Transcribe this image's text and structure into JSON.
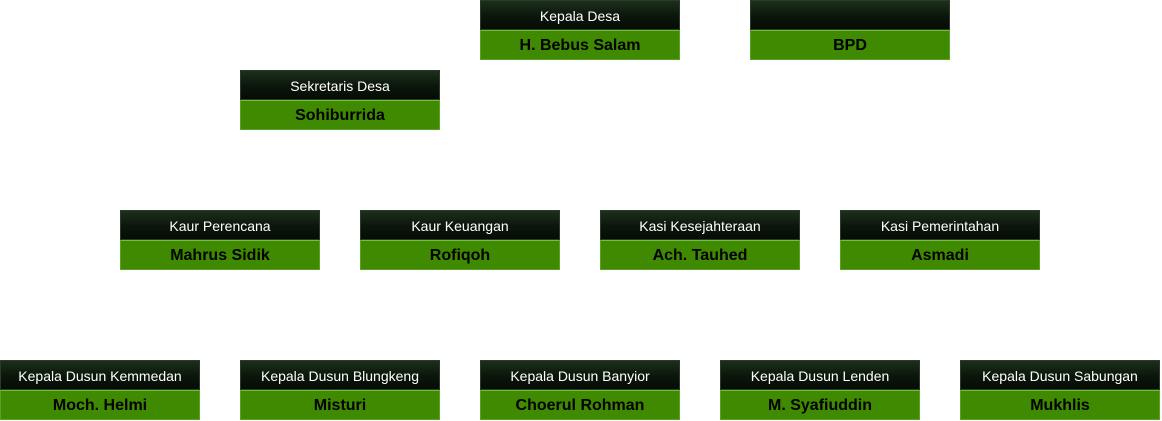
{
  "org_chart": {
    "kepala_desa": {
      "title": "Kepala Desa",
      "name": "H. Bebus Salam"
    },
    "bpd": {
      "title": "",
      "name": "BPD"
    },
    "sekretaris_desa": {
      "title": "Sekretaris Desa",
      "name": "Sohiburrida"
    },
    "kaur_perencana": {
      "title": "Kaur Perencana",
      "name": "Mahrus Sidik"
    },
    "kaur_keuangan": {
      "title": "Kaur Keuangan",
      "name": "Rofiqoh"
    },
    "kasi_kesejahteraan": {
      "title": "Kasi Kesejahteraan",
      "name": "Ach. Tauhed"
    },
    "kasi_pemerintahan": {
      "title": "Kasi Pemerintahan",
      "name": "Asmadi"
    },
    "dusun_kemmedan": {
      "title": "Kepala Dusun Kemmedan",
      "name": "Moch. Helmi"
    },
    "dusun_blungkeng": {
      "title": "Kepala Dusun Blungkeng",
      "name": "Misturi"
    },
    "dusun_banyior": {
      "title": "Kepala Dusun Banyior",
      "name": "Choerul Rohman"
    },
    "dusun_lenden": {
      "title": "Kepala Dusun Lenden",
      "name": "M. Syafiuddin"
    },
    "dusun_sabungan": {
      "title": "Kepala Dusun Sabungan",
      "name": "Mukhlis"
    }
  },
  "colors": {
    "title_bg": "#0b160b",
    "name_bg": "#3f8a00",
    "title_text": "#ffffff",
    "name_text": "#000000"
  }
}
